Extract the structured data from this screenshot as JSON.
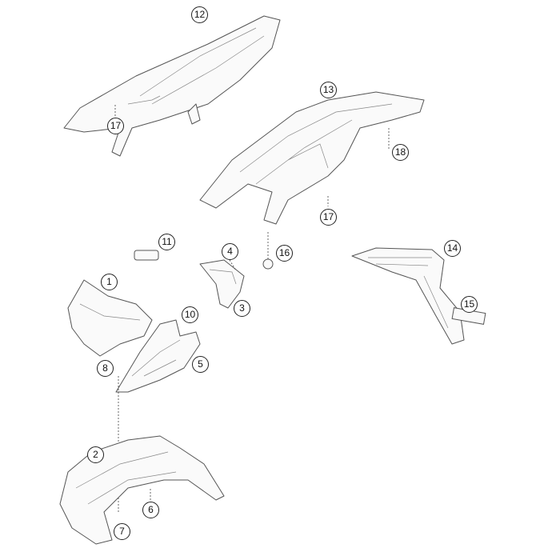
{
  "diagram": {
    "type": "exploded-parts-view",
    "callouts": [
      {
        "id": "c12a",
        "label": "12"
      },
      {
        "id": "c17a",
        "label": "17"
      },
      {
        "id": "c13",
        "label": "13"
      },
      {
        "id": "c18",
        "label": "18"
      },
      {
        "id": "c17b",
        "label": "17"
      },
      {
        "id": "c16",
        "label": "16"
      },
      {
        "id": "c14",
        "label": "14"
      },
      {
        "id": "c15",
        "label": "15"
      },
      {
        "id": "c11",
        "label": "11"
      },
      {
        "id": "c4",
        "label": "4"
      },
      {
        "id": "c1",
        "label": "1"
      },
      {
        "id": "c3",
        "label": "3"
      },
      {
        "id": "c10",
        "label": "10"
      },
      {
        "id": "c5",
        "label": "5"
      },
      {
        "id": "c8",
        "label": "8"
      },
      {
        "id": "c2",
        "label": "2"
      },
      {
        "id": "c6",
        "label": "6"
      },
      {
        "id": "c7",
        "label": "7"
      }
    ]
  }
}
